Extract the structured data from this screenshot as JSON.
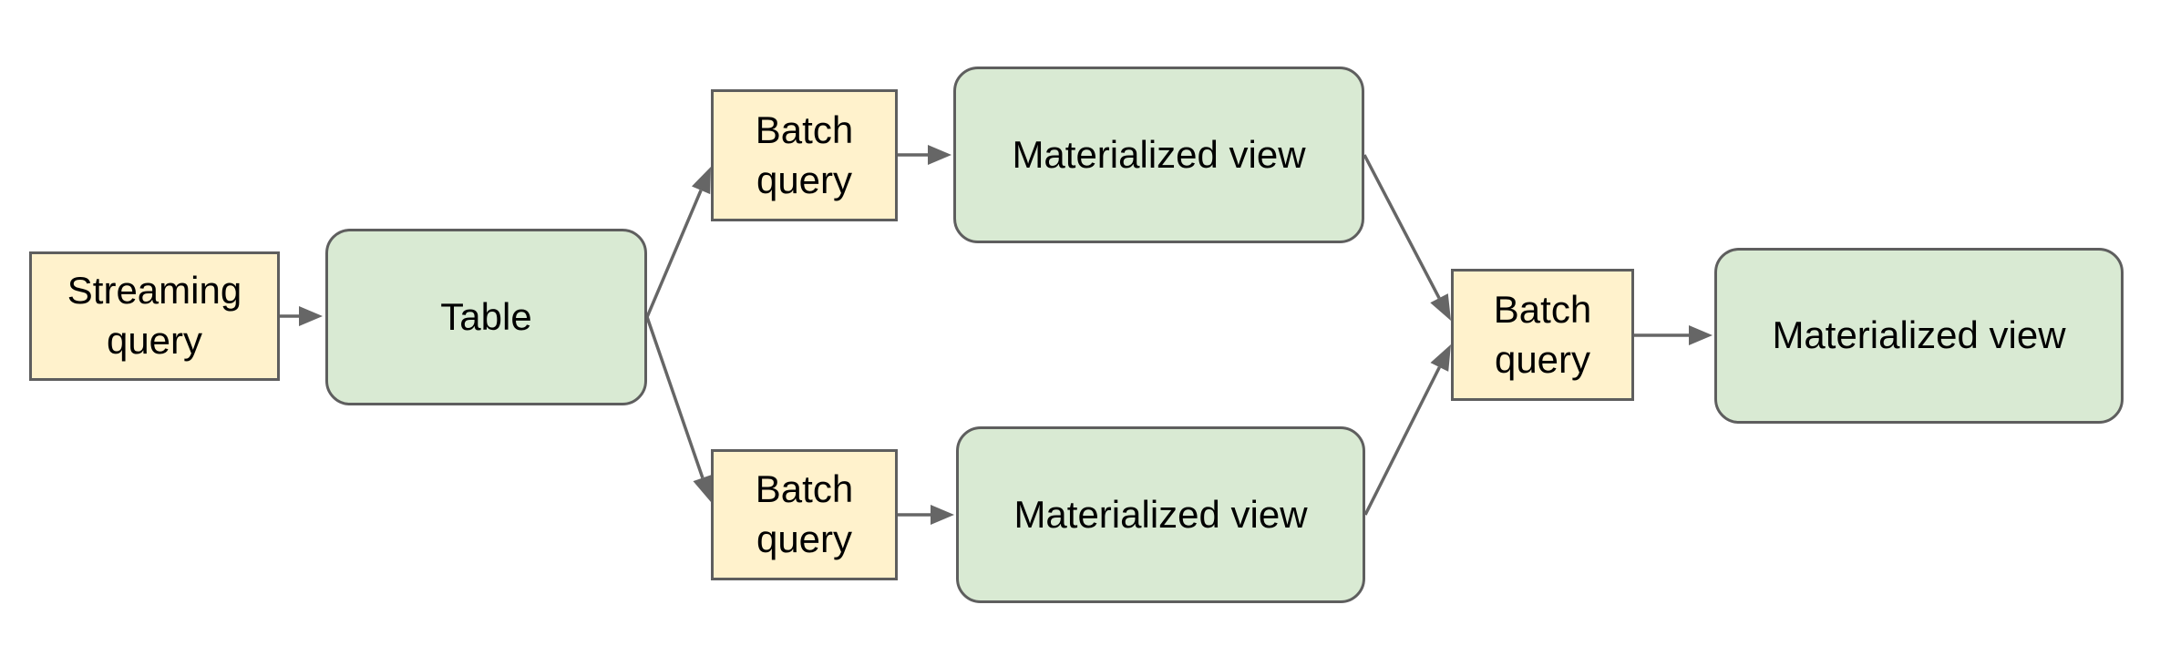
{
  "diagram": {
    "background": "#ffffff",
    "colors": {
      "query_node_fill": "#fff2cc",
      "dataset_node_fill": "#d9ead3",
      "node_border": "#5e5e5e",
      "connector": "#666666",
      "text": "#000000"
    },
    "nodes": [
      {
        "id": "streaming-query",
        "label": "Streaming query",
        "kind": "query"
      },
      {
        "id": "table",
        "label": "Table",
        "kind": "dataset"
      },
      {
        "id": "batch-query-top",
        "label": "Batch query",
        "kind": "query"
      },
      {
        "id": "materialized-view-top",
        "label": "Materialized view",
        "kind": "dataset"
      },
      {
        "id": "batch-query-bottom",
        "label": "Batch query",
        "kind": "query"
      },
      {
        "id": "materialized-view-bottom",
        "label": "Materialized view",
        "kind": "dataset"
      },
      {
        "id": "batch-query-right",
        "label": "Batch query",
        "kind": "query"
      },
      {
        "id": "materialized-view-right",
        "label": "Materialized view",
        "kind": "dataset"
      }
    ],
    "edges": [
      {
        "from": "streaming-query",
        "to": "table"
      },
      {
        "from": "table",
        "to": "batch-query-top"
      },
      {
        "from": "table",
        "to": "batch-query-bottom"
      },
      {
        "from": "batch-query-top",
        "to": "materialized-view-top"
      },
      {
        "from": "batch-query-bottom",
        "to": "materialized-view-bottom"
      },
      {
        "from": "materialized-view-top",
        "to": "batch-query-right"
      },
      {
        "from": "materialized-view-bottom",
        "to": "batch-query-right"
      },
      {
        "from": "batch-query-right",
        "to": "materialized-view-right"
      }
    ]
  }
}
